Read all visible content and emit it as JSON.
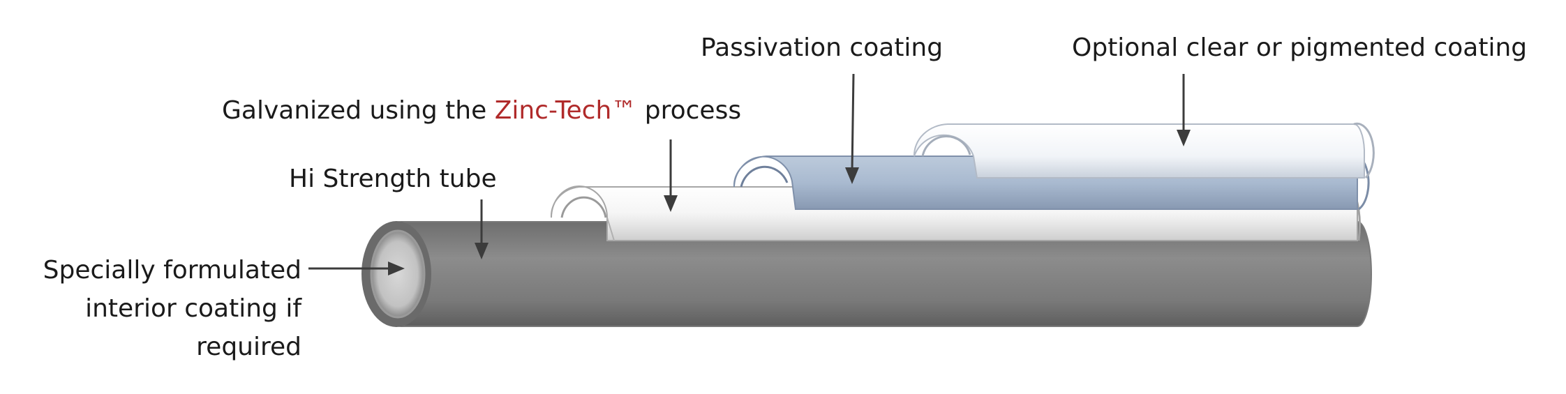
{
  "labels": {
    "optional_coating": "Optional clear or pigmented coating",
    "passivation_coating": "Passivation coating",
    "galvanized_prefix": "Galvanized using the ",
    "galvanized_brand": "Zinc-Tech™",
    "galvanized_suffix": " process",
    "hi_strength_tube": "Hi Strength tube",
    "interior_coating_line1": "Specially formulated",
    "interior_coating_line2": "interior coating if",
    "interior_coating_line3": "required"
  },
  "colors": {
    "tube_gray": "#858585",
    "galvanized_white": "#f4f4f4",
    "passivation_blue": "#a8b9cf",
    "clear_coat": "#f0f3f7",
    "arrow": "#3c3c3c",
    "brand_red": "#b02a2a"
  }
}
